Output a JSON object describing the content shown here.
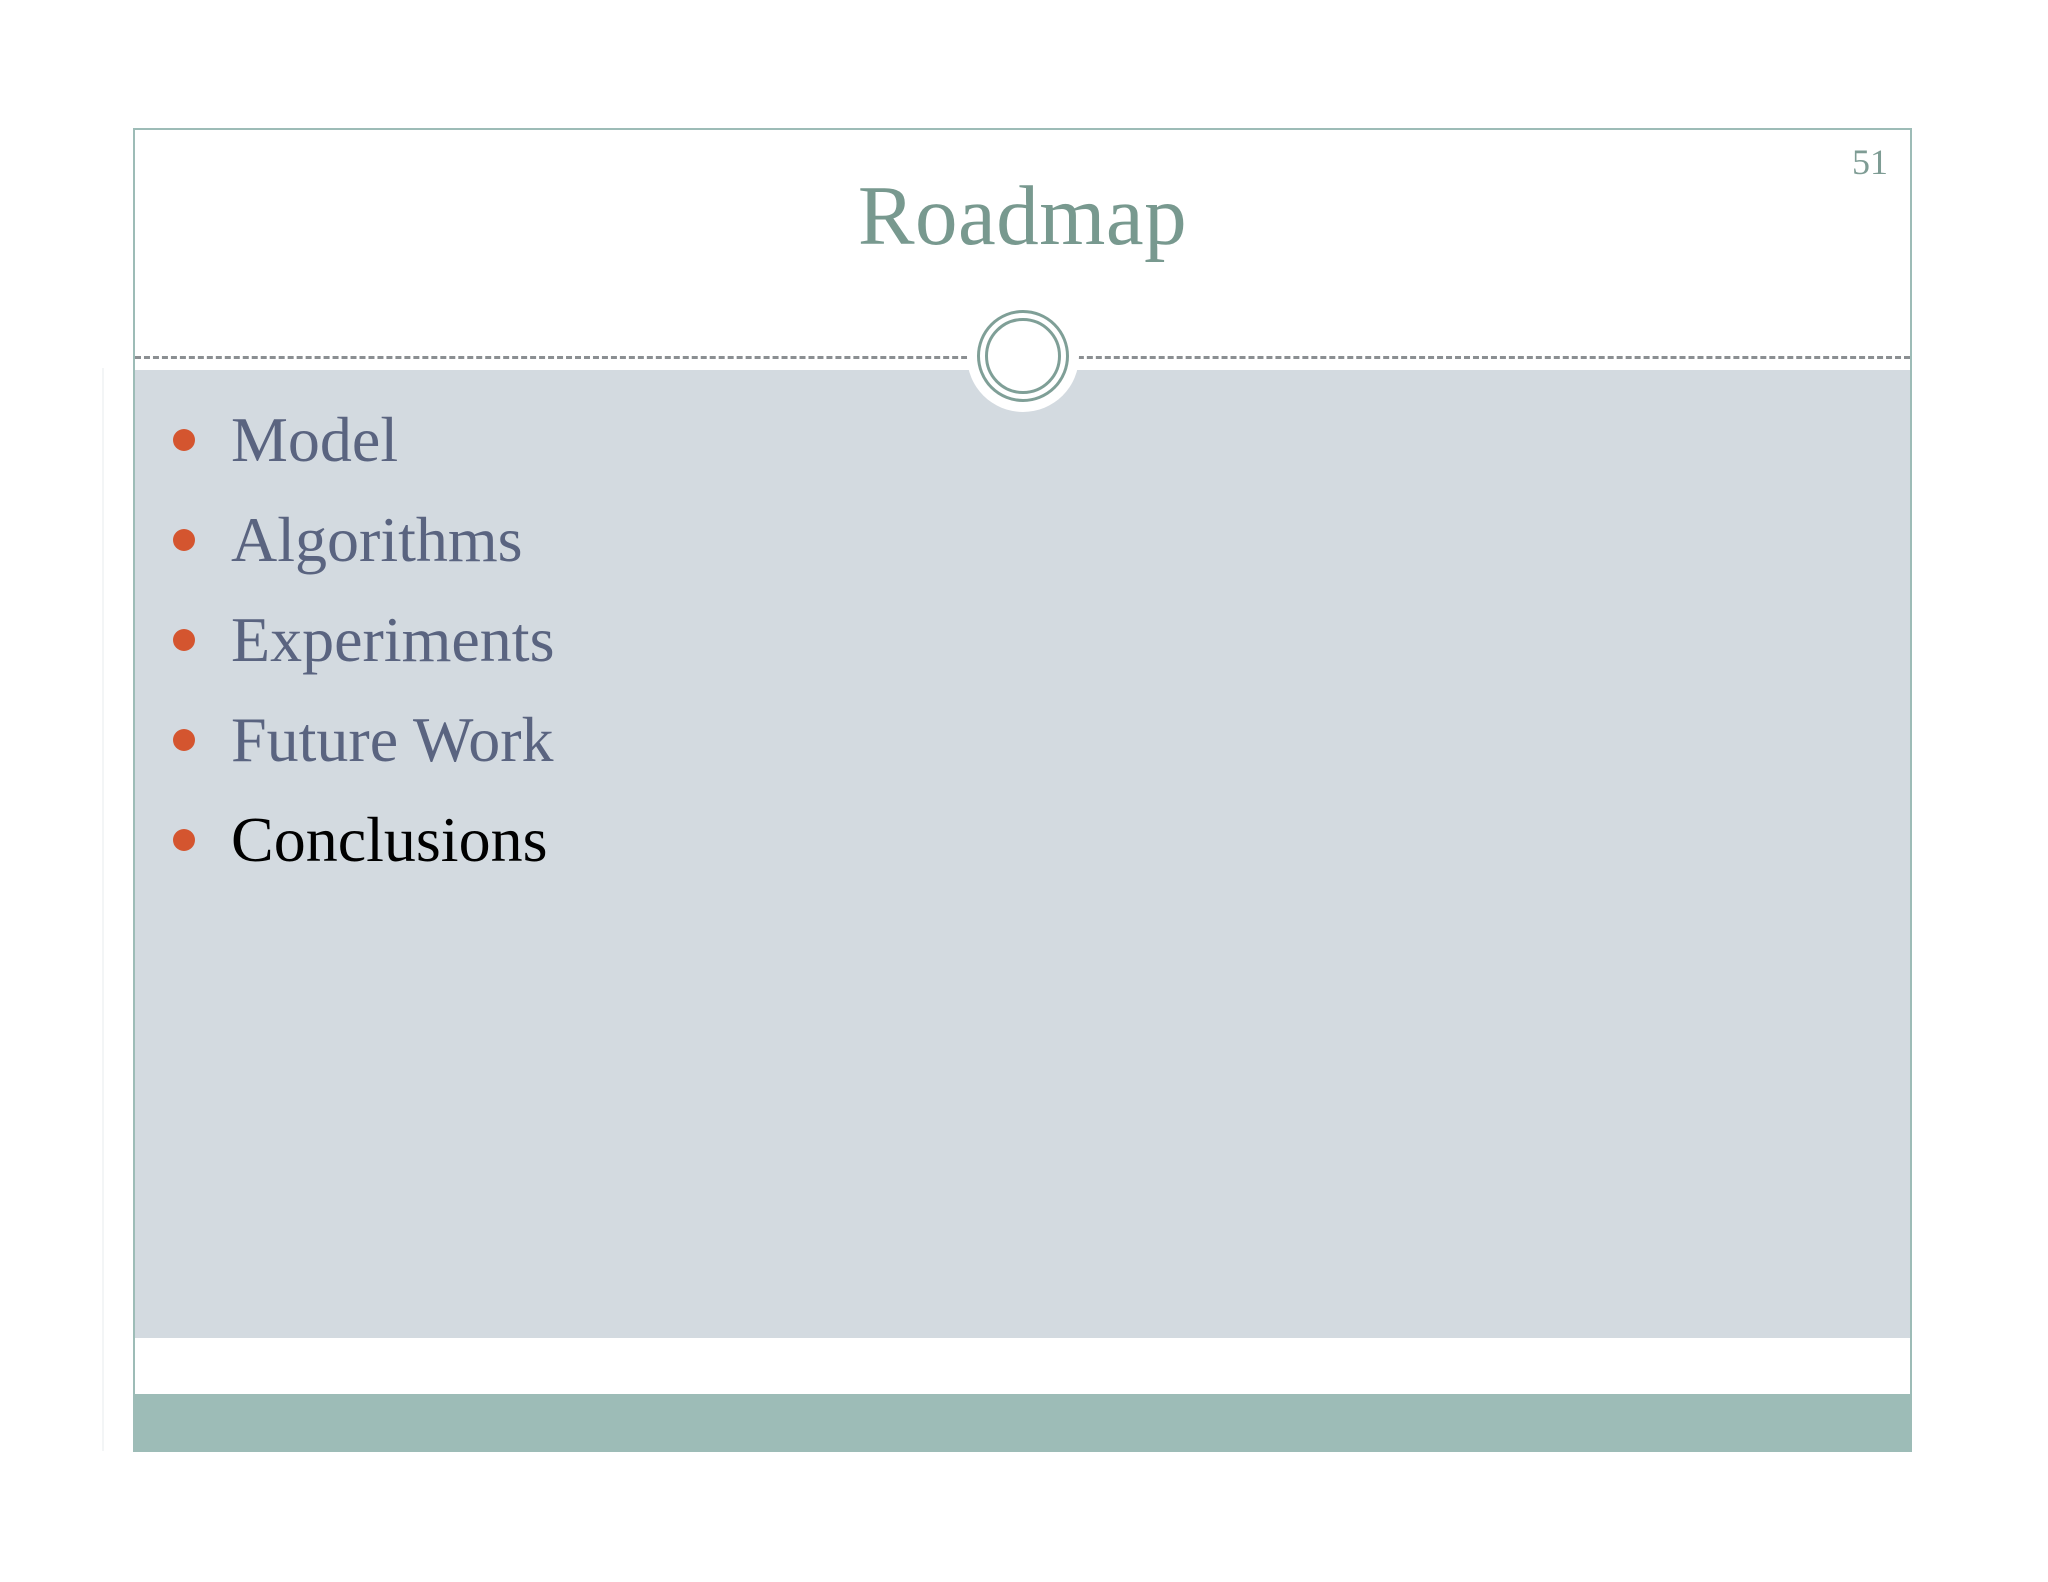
{
  "slide": {
    "title": "Roadmap",
    "page_number": "51",
    "outline": [
      {
        "label": "Model",
        "active": false
      },
      {
        "label": "Algorithms",
        "active": false
      },
      {
        "label": "Experiments",
        "active": false
      },
      {
        "label": "Future Work",
        "active": false
      },
      {
        "label": "Conclusions",
        "active": true
      }
    ]
  },
  "colors": {
    "title_teal": "#78998f",
    "accent_bullet": "#d4552f",
    "body_text": "#5a6480",
    "active_text": "#000000",
    "content_bg": "#d3dae0",
    "footer_bar": "#9dbcb7",
    "slide_border": "#9dbcb7",
    "divider_dash": "#8b8f92"
  }
}
